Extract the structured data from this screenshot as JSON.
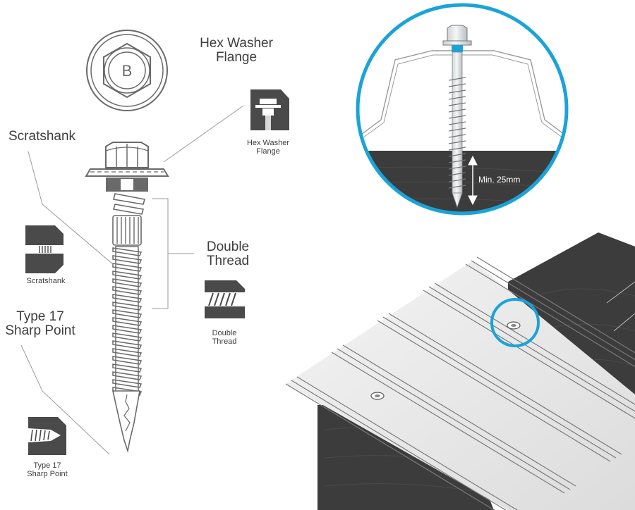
{
  "labels": {
    "hex_washer_line1": "Hex Washer",
    "hex_washer_line2": "Flange",
    "scratshank": "Scratshank",
    "double_thread_line1": "Double",
    "double_thread_line2": "Thread",
    "type17_line1": "Type 17",
    "type17_line2": "Sharp Point",
    "head_letter": "B"
  },
  "icon_captions": {
    "hex_washer_line1": "Hex Washer",
    "hex_washer_line2": "Flange",
    "scratshank": "Scratshank",
    "double_thread_line1": "Double",
    "double_thread_line2": "Thread",
    "type17_line1": "Type 17",
    "type17_line2": "Sharp Point"
  },
  "detail": {
    "min_depth": "Min. 25mm"
  },
  "colors": {
    "accent_blue": "#1aa3d9",
    "dark_gray": "#4a4a4a",
    "timber": "#3c3c3c",
    "line_gray": "#9a9a9a"
  }
}
